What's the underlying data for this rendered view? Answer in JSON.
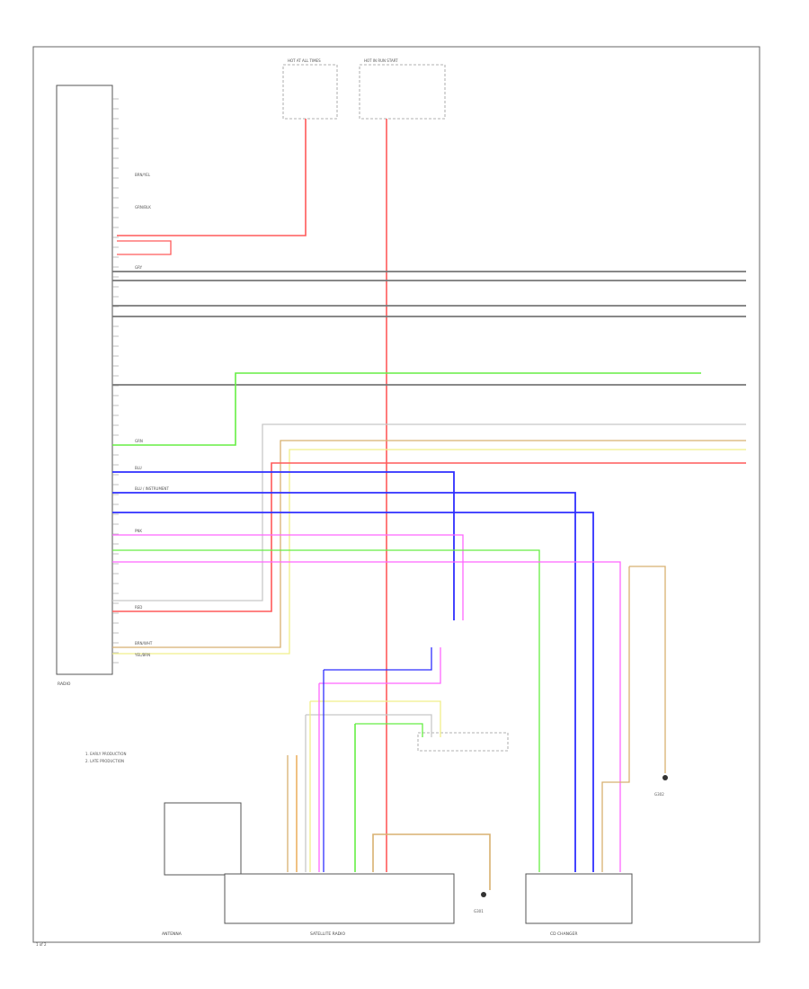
{
  "colors": {
    "red": "#ff5a5a",
    "blue": "#2f2fff",
    "green": "#66ee44",
    "pink": "#ff66ff",
    "yellow": "#f0ef8a",
    "tan": "#d8b070",
    "gray": "#777777",
    "lightgray": "#c8c8c8",
    "orange": "#e8a040"
  },
  "components": {
    "radio": "RADIO",
    "antenna": "ANTENNA",
    "satellite": "SATELLITE RADIO",
    "cd_changer": "CD CHANGER",
    "fuse_left": "HOT AT ALL TIMES",
    "fuse_right": "HOT IN RUN START",
    "ground_mid": "G301",
    "ground_right": "G302",
    "legend_1": "1. EARLY PRODUCTION",
    "legend_2": "2. LATE PRODUCTION",
    "page_ref": "1 of 2"
  },
  "wire_labels": {
    "radio_top": "BRN/YEL",
    "radio_mid": "GRN/BLK",
    "gray": "GRY",
    "blue": "BLU",
    "blue_2": "BLU / INSTRUMENT",
    "green": "GRN",
    "red": "RED",
    "pink": "PNK",
    "tan": "BRN/WHT",
    "yellow": "YEL/BRN"
  }
}
